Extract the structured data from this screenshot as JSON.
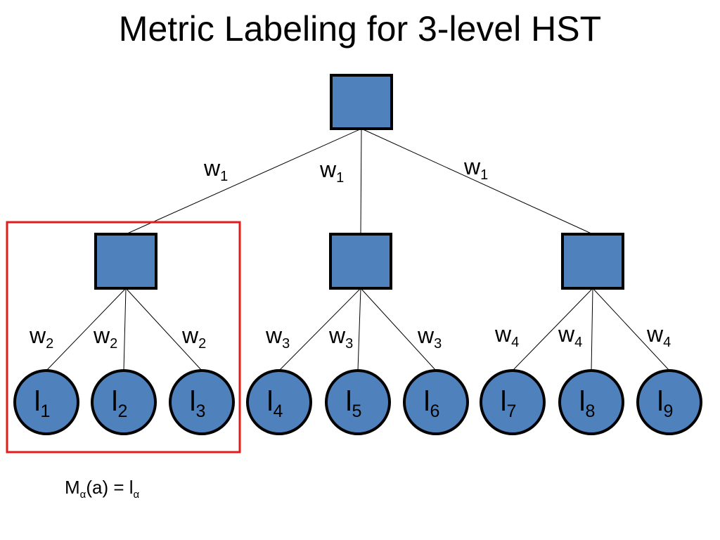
{
  "title": "Metric Labeling for 3-level HST",
  "colors": {
    "node_fill": "#4f81bd",
    "node_stroke": "#000000",
    "highlight": "#e31b1b"
  },
  "root": {
    "shape": "square"
  },
  "internal_nodes": [
    {
      "shape": "square",
      "edge_weight": {
        "base": "w",
        "sub": "1"
      }
    },
    {
      "shape": "square",
      "edge_weight": {
        "base": "w",
        "sub": "1"
      }
    },
    {
      "shape": "square",
      "edge_weight": {
        "base": "w",
        "sub": "1"
      }
    }
  ],
  "leaves": [
    {
      "base": "l",
      "sub": "1",
      "weight": {
        "base": "w",
        "sub": "2"
      }
    },
    {
      "base": "l",
      "sub": "2",
      "weight": {
        "base": "w",
        "sub": "2"
      }
    },
    {
      "base": "l",
      "sub": "3",
      "weight": {
        "base": "w",
        "sub": "2"
      }
    },
    {
      "base": "l",
      "sub": "4",
      "weight": {
        "base": "w",
        "sub": "3"
      }
    },
    {
      "base": "l",
      "sub": "5",
      "weight": {
        "base": "w",
        "sub": "3"
      }
    },
    {
      "base": "l",
      "sub": "6",
      "weight": {
        "base": "w",
        "sub": "3"
      }
    },
    {
      "base": "l",
      "sub": "7",
      "weight": {
        "base": "w",
        "sub": "4"
      }
    },
    {
      "base": "l",
      "sub": "8",
      "weight": {
        "base": "w",
        "sub": "4"
      }
    },
    {
      "base": "l",
      "sub": "9",
      "weight": {
        "base": "w",
        "sub": "4"
      }
    }
  ],
  "highlight_group": {
    "subtree": 1
  },
  "formula": {
    "m": "M",
    "m_sub": "α",
    "arg": "(a) = l",
    "l_sub": "α"
  }
}
